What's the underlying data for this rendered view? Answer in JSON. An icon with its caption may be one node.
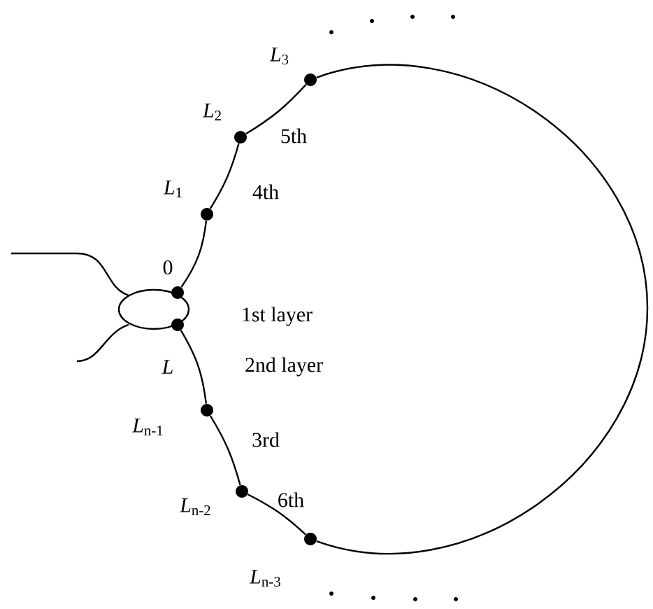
{
  "diagram": {
    "nodes": [
      {
        "text": [],
        "shape": "circle",
        "beside": [
          "*L*$_{3}$"
        ]
      },
      {
        "text": [],
        "shape": "circle",
        "beside": [
          "*L*$_{2}$"
        ]
      },
      {
        "text": [],
        "shape": "circle",
        "beside": [
          "*L*$_{1}$"
        ]
      },
      {
        "text": [],
        "shape": "circle",
        "beside": [
          "0"
        ]
      },
      {
        "text": [],
        "shape": "circle",
        "beside": [
          "L"
        ]
      },
      {
        "text": [],
        "shape": "circle",
        "beside": [
          "*L*$_{n-1}$"
        ]
      },
      {
        "text": [],
        "shape": "circle",
        "beside": [
          "*L*$_{n-2}$"
        ]
      },
      {
        "text": [],
        "shape": "circle",
        "beside": [
          "*L*$_{n-3}$"
        ]
      }
    ],
    "edges": [
      {
        "from": 3,
        "to": 2,
        "arrow": "none",
        "label": "1st layer"
      },
      {
        "from": 2,
        "to": 1,
        "arrow": "none",
        "label": "4th"
      },
      {
        "from": 1,
        "to": 0,
        "arrow": "none",
        "label": "5th"
      },
      {
        "from": 0,
        "to": 7,
        "arrow": "none"
      },
      {
        "from": 4,
        "to": 5,
        "arrow": "none",
        "label": "2nd layer"
      },
      {
        "from": 5,
        "to": 6,
        "arrow": "none",
        "label": "3rd"
      },
      {
        "from": 6,
        "to": 7,
        "arrow": "none",
        "label": "6th"
      }
    ]
  }
}
